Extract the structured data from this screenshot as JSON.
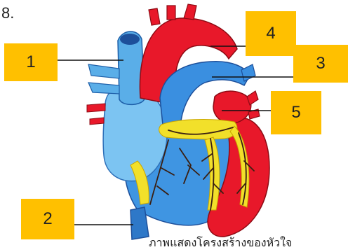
{
  "question": {
    "number": "8."
  },
  "labels": {
    "l1": "1",
    "l2": "2",
    "l3": "3",
    "l4": "4",
    "l5": "5"
  },
  "caption": "ภาพแสดงโครงสร้างของหัวใจ",
  "colors": {
    "label_fill": "#ffc000",
    "vein_blue": "#3a8fe0",
    "light_blue": "#7cc4f2",
    "artery_red": "#e8182a",
    "fat_yellow": "#f2e02a",
    "vessel_dark": "#3a1f12"
  }
}
